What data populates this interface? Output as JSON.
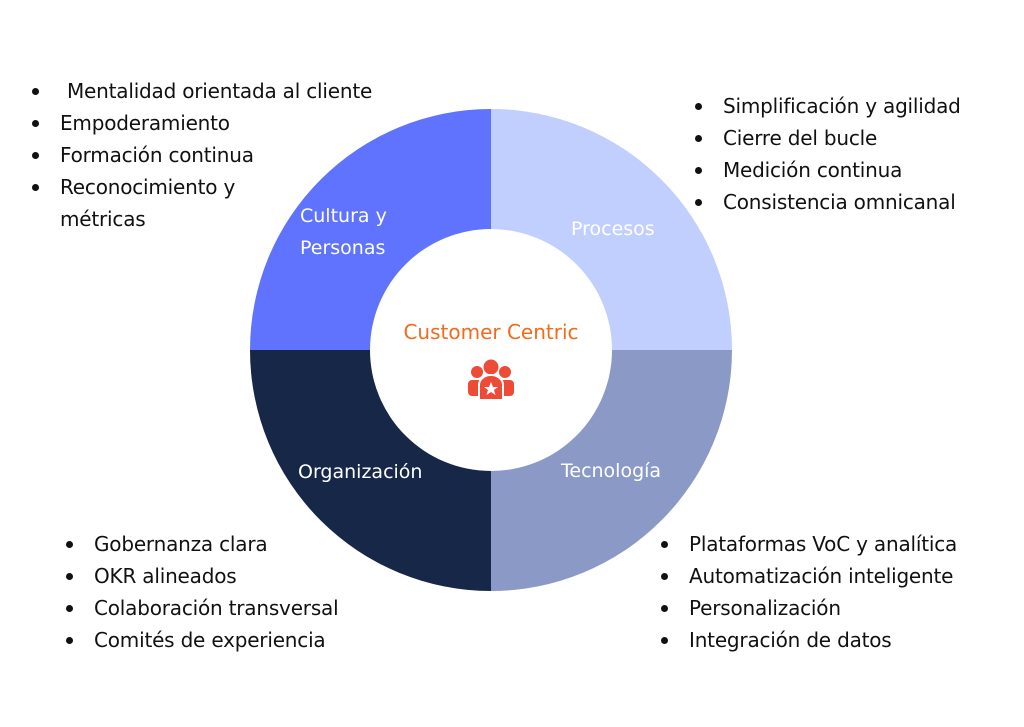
{
  "center": {
    "title": "Customer Centric",
    "icon": "customer-group-icon",
    "title_color": "#F26A1B",
    "icon_color": "#EE4B36"
  },
  "quadrants": [
    {
      "id": "cultura",
      "label_lines": [
        "Cultura y",
        "Personas"
      ],
      "color": "#5F73FE",
      "items": [
        "Mentalidad orientada al cliente",
        "Empoderamiento",
        "Formación continua",
        "Reconocimiento y métricas"
      ]
    },
    {
      "id": "procesos",
      "label_lines": [
        "Procesos"
      ],
      "color": "#C1CFFF",
      "items": [
        "Simplificación y agilidad",
        "Cierre del bucle",
        "Medición continua",
        "Consistencia omnicanal"
      ]
    },
    {
      "id": "tecnologia",
      "label_lines": [
        "Tecnología"
      ],
      "color": "#8A99C6",
      "items": [
        "Plataformas VoC y analítica",
        "Automatización inteligente",
        "Personalización",
        "Integración de datos"
      ]
    },
    {
      "id": "organizacion",
      "label_lines": [
        "Organización"
      ],
      "color": "#172747",
      "items": [
        "Gobernanza clara",
        "OKR alineados",
        "Colaboración transversal",
        "Comités de experiencia"
      ]
    }
  ]
}
